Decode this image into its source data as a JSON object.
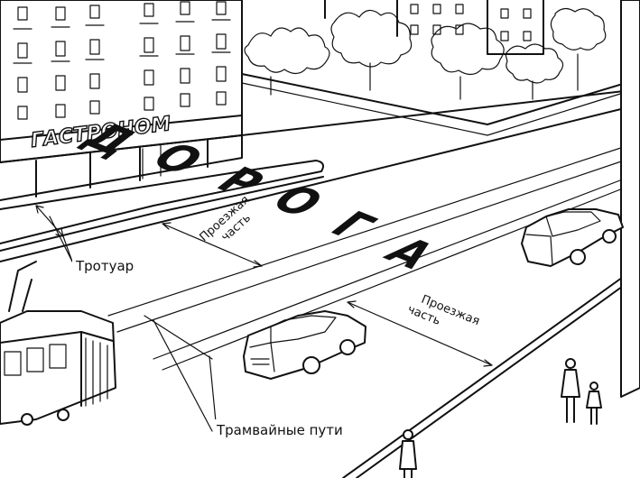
{
  "shop_sign": "ГАСТРОНОМ",
  "road_letters": [
    "Д",
    "О",
    "Р",
    "О",
    "Г",
    "А"
  ],
  "labels": {
    "sidewalk": "Тротуар",
    "tram_tracks": "Трамвайные пути",
    "carriageway_left": {
      "line1": "Проезжая",
      "line2": "часть"
    },
    "carriageway_right": {
      "line1": "Проезжая",
      "line2": "часть"
    }
  }
}
